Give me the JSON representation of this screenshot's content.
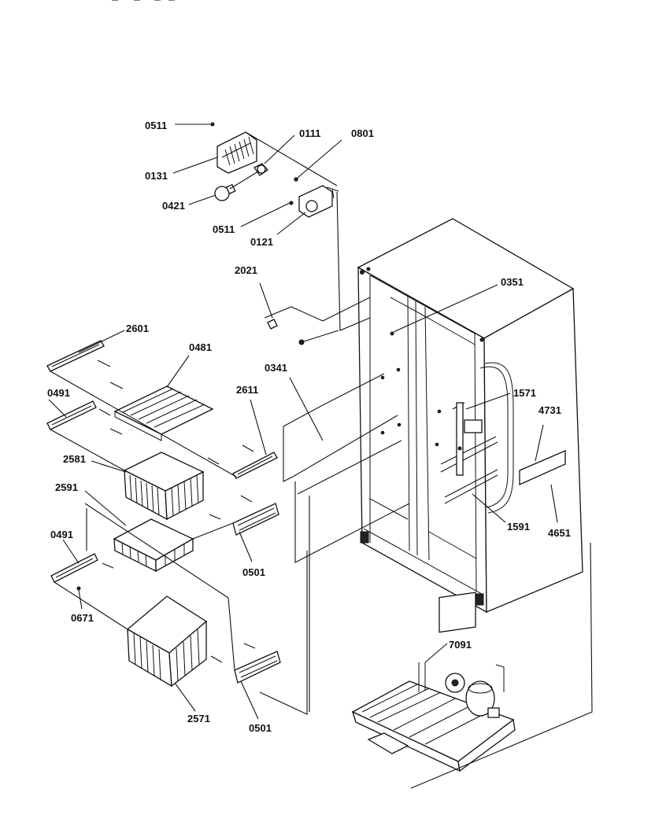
{
  "labels": {
    "l0511a": "0511",
    "l0111": "0111",
    "l0801": "0801",
    "l0131": "0131",
    "l0421": "0421",
    "l0511b": "0511",
    "l0121": "0121",
    "l2021": "2021",
    "l0351": "0351",
    "l2601": "2601",
    "l0481": "0481",
    "l0491a": "0491",
    "l0341": "0341",
    "l2611": "2611",
    "l1571": "1571",
    "l4731": "4731",
    "l2581": "2581",
    "l2591": "2591",
    "l0491b": "0491",
    "l0501a": "0501",
    "l1591": "1591",
    "l4651": "4651",
    "l0671": "0671",
    "l7091": "7091",
    "l2571": "2571",
    "l0501b": "0501"
  }
}
